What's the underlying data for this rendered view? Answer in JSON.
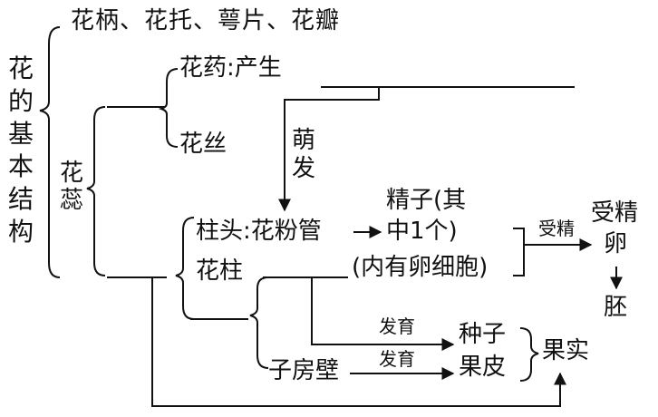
{
  "labels": {
    "root": "花的基本结构",
    "perianth": "花柄、花托、萼片、花瓣",
    "stamen": "花蕊",
    "anther": "花药:产生",
    "filament": "花丝",
    "germinate": "萌发",
    "stigma": "柱头:花粉管",
    "sperm_line1": "精子(其",
    "sperm_line2": "中1个)",
    "ovule": "(内有卵细胞)",
    "fertilization": "受精",
    "zygote_line1": "受精",
    "zygote_line2": "卵",
    "embryo": "胚",
    "style": "花柱",
    "develop_1": "发育",
    "seed": "种子",
    "ovary_wall": "子房壁",
    "develop_2": "发育",
    "pericarp": "果皮",
    "fruit": "果实"
  },
  "colors": {
    "ink": "#111111",
    "background": "#ffffff"
  }
}
